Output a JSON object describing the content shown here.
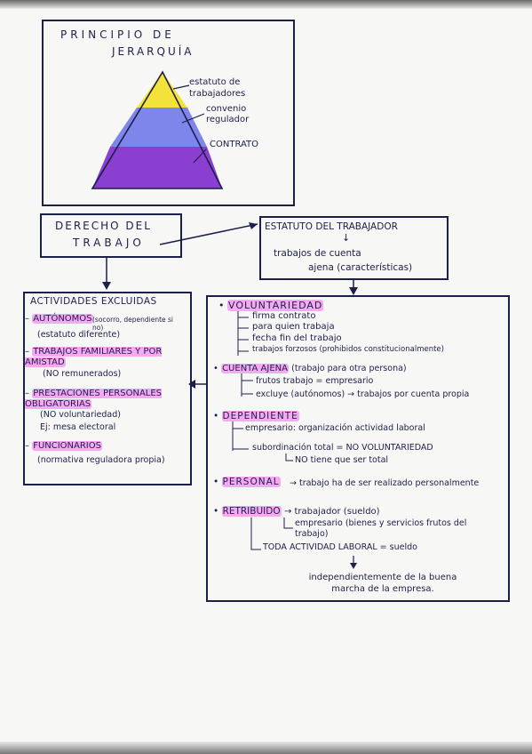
{
  "pyramid": {
    "title_line1": "PRINCIPIO DE",
    "title_line2": "JERARQUÍA",
    "levels": [
      {
        "label": "estatuto de trabajadores",
        "color": "#f3e23a"
      },
      {
        "label": "convenio regulador",
        "color": "#7e86ec"
      },
      {
        "label": "CONTRATO",
        "color": "#8b3fd0"
      }
    ]
  },
  "derecho_box": {
    "line1": "DERECHO DEL",
    "line2": "TRABAJO"
  },
  "estatuto_box": {
    "title": "ESTATUTO DEL TRABAJADOR",
    "line1": "trabajos de cuenta",
    "line2": "ajena (características)"
  },
  "actividades": {
    "title": "ACTIVIDADES EXCLUIDAS",
    "items": [
      {
        "heading": "AUTÓNOMOS",
        "note": "(socorro, dependiente si no)",
        "detail": "(estatuto diferente)"
      },
      {
        "heading": "TRABAJOS FAMILIARES Y POR AMISTAD",
        "detail": "(NO remunerados)"
      },
      {
        "heading": "PRESTACIONES PERSONALES OBLIGATORIAS",
        "detail": "(NO voluntariedad)",
        "extra": "Ej: mesa electoral"
      },
      {
        "heading": "FUNCIONARIOS",
        "detail": "(normativa reguladora propia)"
      }
    ]
  },
  "caracteristicas": {
    "voluntariedad": {
      "heading": "VOLUNTARIEDAD",
      "items": [
        "firma contrato",
        "para quien trabaja",
        "fecha fin del trabajo",
        "trabajos forzosos (prohibidos constitucionalmente)"
      ]
    },
    "cuenta_ajena": {
      "heading": "CUENTA AJENA",
      "desc": "(trabajo para otra persona)",
      "items": [
        "frutos trabajo = empresario",
        "excluye (autónomos) → trabajos por cuenta propia"
      ]
    },
    "dependiente": {
      "heading": "DEPENDIENTE",
      "items": [
        "empresario: organización actividad laboral",
        "subordinación total = NO VOLUNTARIEDAD",
        "NO tiene que ser total"
      ]
    },
    "personal": {
      "heading": "PERSONAL",
      "desc": "→ trabajo ha de ser realizado personalmente"
    },
    "retribuido": {
      "heading": "RETRIBUIDO",
      "items": [
        "→ trabajador (sueldo)",
        "empresario (bienes y servicios frutos del trabajo)",
        "TODA ACTIVIDAD LABORAL = sueldo",
        "independientemente de la buena marcha de la empresa."
      ]
    }
  }
}
